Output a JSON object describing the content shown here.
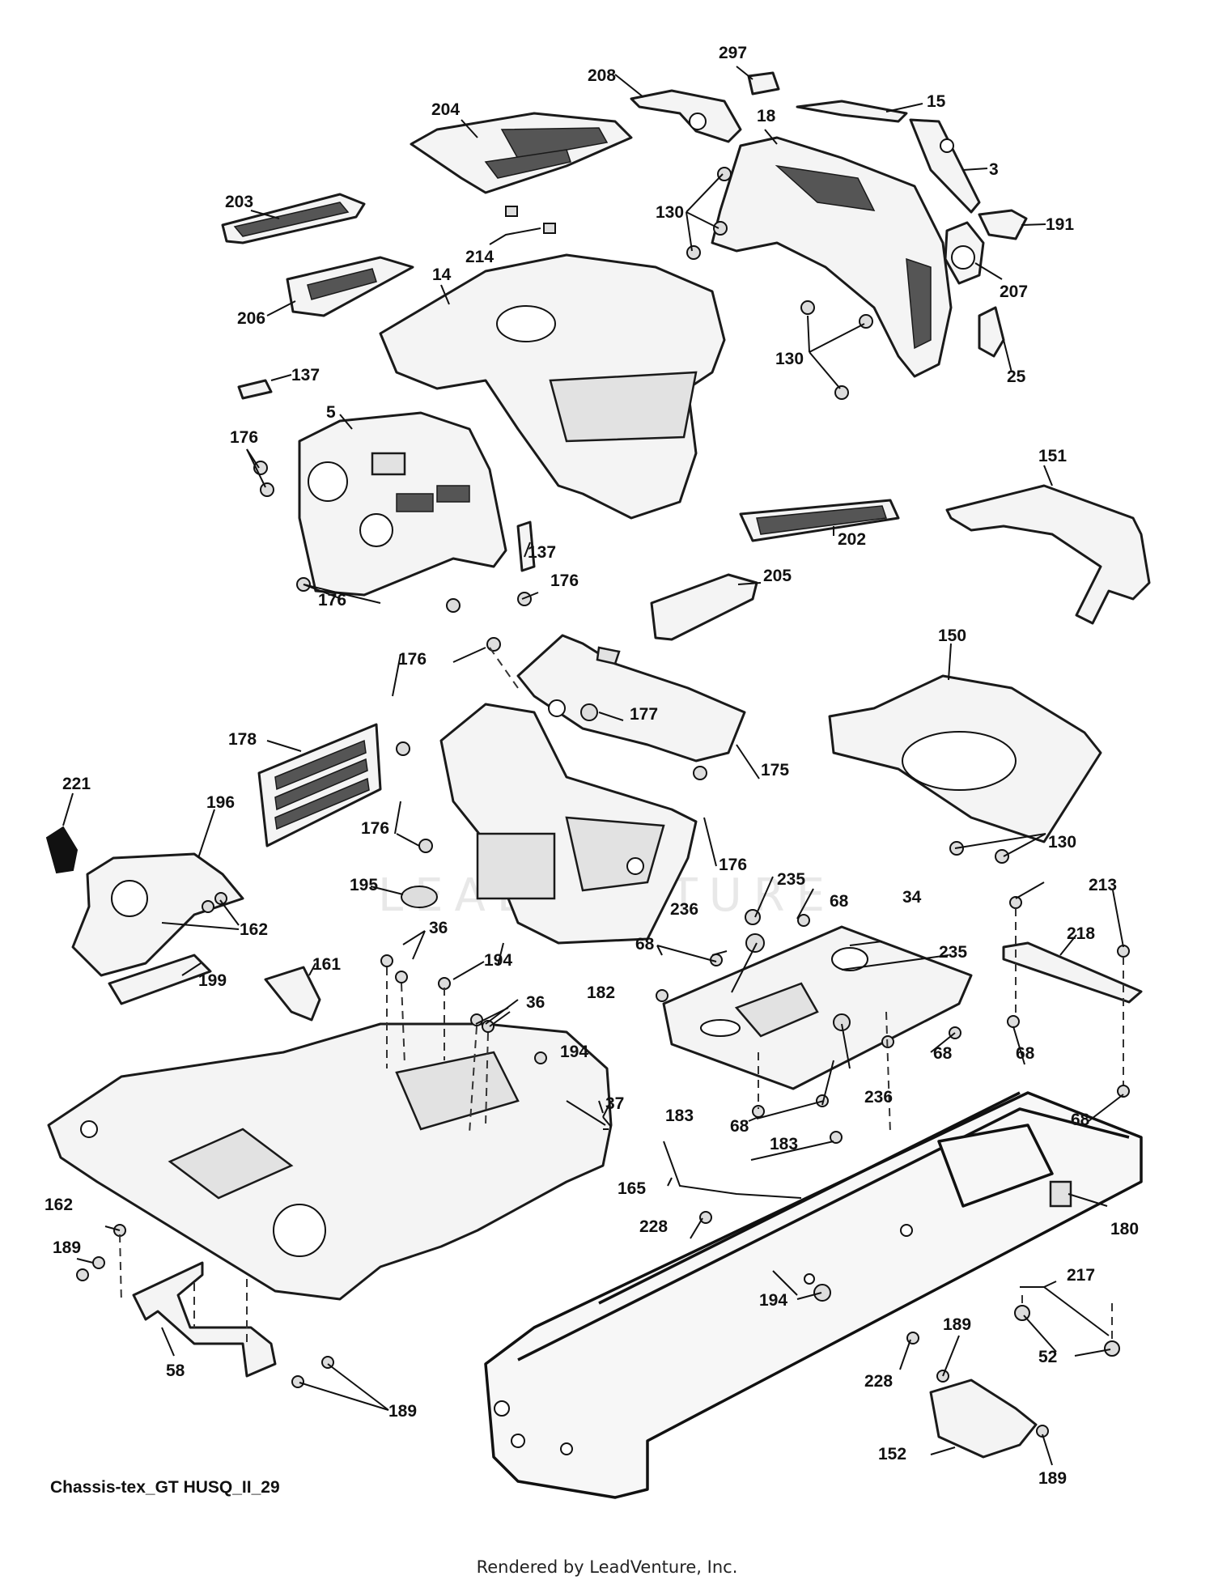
{
  "diagram_code": "Chassis-tex_GT HUSQ_II_29",
  "footer": "Rendered by LeadVenture, Inc.",
  "watermark_logo": "LEADVENTURE",
  "callouts": [
    "297",
    "208",
    "15",
    "18",
    "204",
    "3",
    "191",
    "203",
    "214",
    "130",
    "207",
    "206",
    "14",
    "130",
    "25",
    "137",
    "5",
    "176",
    "151",
    "137",
    "202",
    "176",
    "176",
    "205",
    "176",
    "150",
    "177",
    "178",
    "175",
    "221",
    "196",
    "176",
    "176",
    "130",
    "195",
    "235",
    "162",
    "213",
    "68",
    "236",
    "34",
    "218",
    "36",
    "68",
    "235",
    "194",
    "182",
    "161",
    "199",
    "36",
    "194",
    "68",
    "68",
    "37",
    "183",
    "68",
    "236",
    "183",
    "68",
    "165",
    "162",
    "228",
    "180",
    "189",
    "217",
    "194",
    "52",
    "58",
    "189",
    "228",
    "189",
    "152",
    "189"
  ]
}
